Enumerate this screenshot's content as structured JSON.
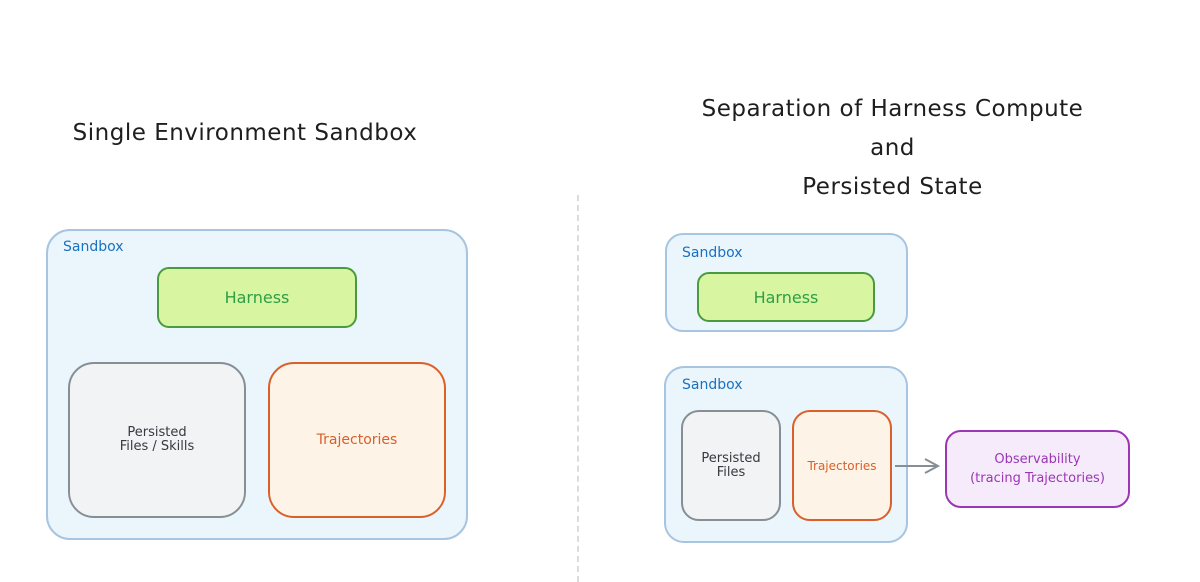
{
  "left": {
    "title": "Single Environment Sandbox",
    "sandbox_label": "Sandbox",
    "harness": "Harness",
    "persisted": [
      "Persisted",
      "Files / Skills"
    ],
    "trajectories": "Trajectories"
  },
  "right": {
    "title": [
      "Separation of Harness Compute",
      "and",
      "Persisted State"
    ],
    "sandbox1_label": "Sandbox",
    "harness": "Harness",
    "sandbox2_label": "Sandbox",
    "persisted": [
      "Persisted",
      "Files"
    ],
    "trajectories": "Trajectories",
    "observability": [
      "Observability",
      "(tracing Trajectories)"
    ]
  },
  "colors": {
    "sandbox_fill": "#ebf5fc",
    "harness_fill": "#d8f5a2",
    "trajectories_stroke": "#d9602a",
    "observability_stroke": "#9c36b5"
  }
}
